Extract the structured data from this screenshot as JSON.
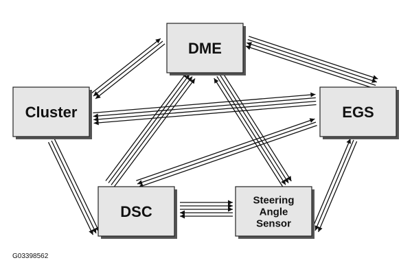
{
  "figure_code": "G03398562",
  "colors": {
    "box_fill": "#e6e6e6",
    "box_stroke": "#222222",
    "shadow": "#555555",
    "arrow": "#111111"
  },
  "nodes": [
    {
      "id": "dme",
      "lines": [
        "DME"
      ]
    },
    {
      "id": "cluster",
      "lines": [
        "Cluster"
      ]
    },
    {
      "id": "egs",
      "lines": [
        "EGS"
      ]
    },
    {
      "id": "dsc",
      "lines": [
        "DSC"
      ]
    },
    {
      "id": "steering-angle-sensor",
      "lines": [
        "Steering",
        "Angle",
        "Sensor"
      ]
    }
  ],
  "links": [
    {
      "between": [
        "dme",
        "cluster"
      ],
      "to_second": 2,
      "to_first": 1
    },
    {
      "between": [
        "dme",
        "egs"
      ],
      "to_second": 2,
      "to_first": 2
    },
    {
      "between": [
        "cluster",
        "egs"
      ],
      "to_second": 1,
      "to_first": 3
    },
    {
      "between": [
        "cluster",
        "dsc"
      ],
      "to_second": 3,
      "to_first": 0
    },
    {
      "between": [
        "egs",
        "steering-angle-sensor"
      ],
      "to_second": 2,
      "to_first": 1
    },
    {
      "between": [
        "dsc",
        "steering-angle-sensor"
      ],
      "to_second": 3,
      "to_first": 2
    },
    {
      "between": [
        "dsc",
        "dme"
      ],
      "to_second": 4,
      "to_first": 0
    },
    {
      "between": [
        "dsc",
        "egs"
      ],
      "to_second": 1,
      "to_first": 2
    },
    {
      "between": [
        "dme",
        "steering-angle-sensor"
      ],
      "to_second": 3,
      "to_first": 1
    }
  ]
}
